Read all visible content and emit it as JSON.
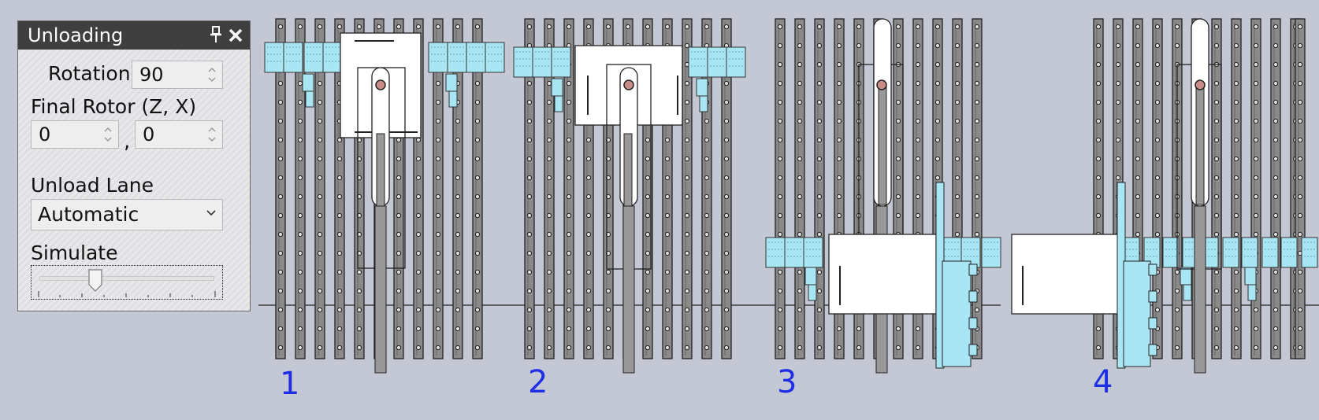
{
  "panel": {
    "title": "Unloading",
    "rotation_label": "Rotation",
    "rotation_value": "90",
    "final_rotor_label": "Final Rotor (Z, X)",
    "final_rotor_z": "0",
    "final_rotor_x": "0",
    "separator": ",",
    "unload_lane_label": "Unload Lane",
    "unload_lane_value": "Automatic",
    "simulate_label": "Simulate",
    "simulate_level": 0.35
  },
  "views": [
    {
      "label": "1"
    },
    {
      "label": "2"
    },
    {
      "label": "3"
    },
    {
      "label": "4"
    }
  ],
  "colors": {
    "background": "#c4c8d4",
    "rail": "#8a8a8a",
    "accent_cyan": "#a8e6f4",
    "label_blue": "#1f2fe6"
  }
}
